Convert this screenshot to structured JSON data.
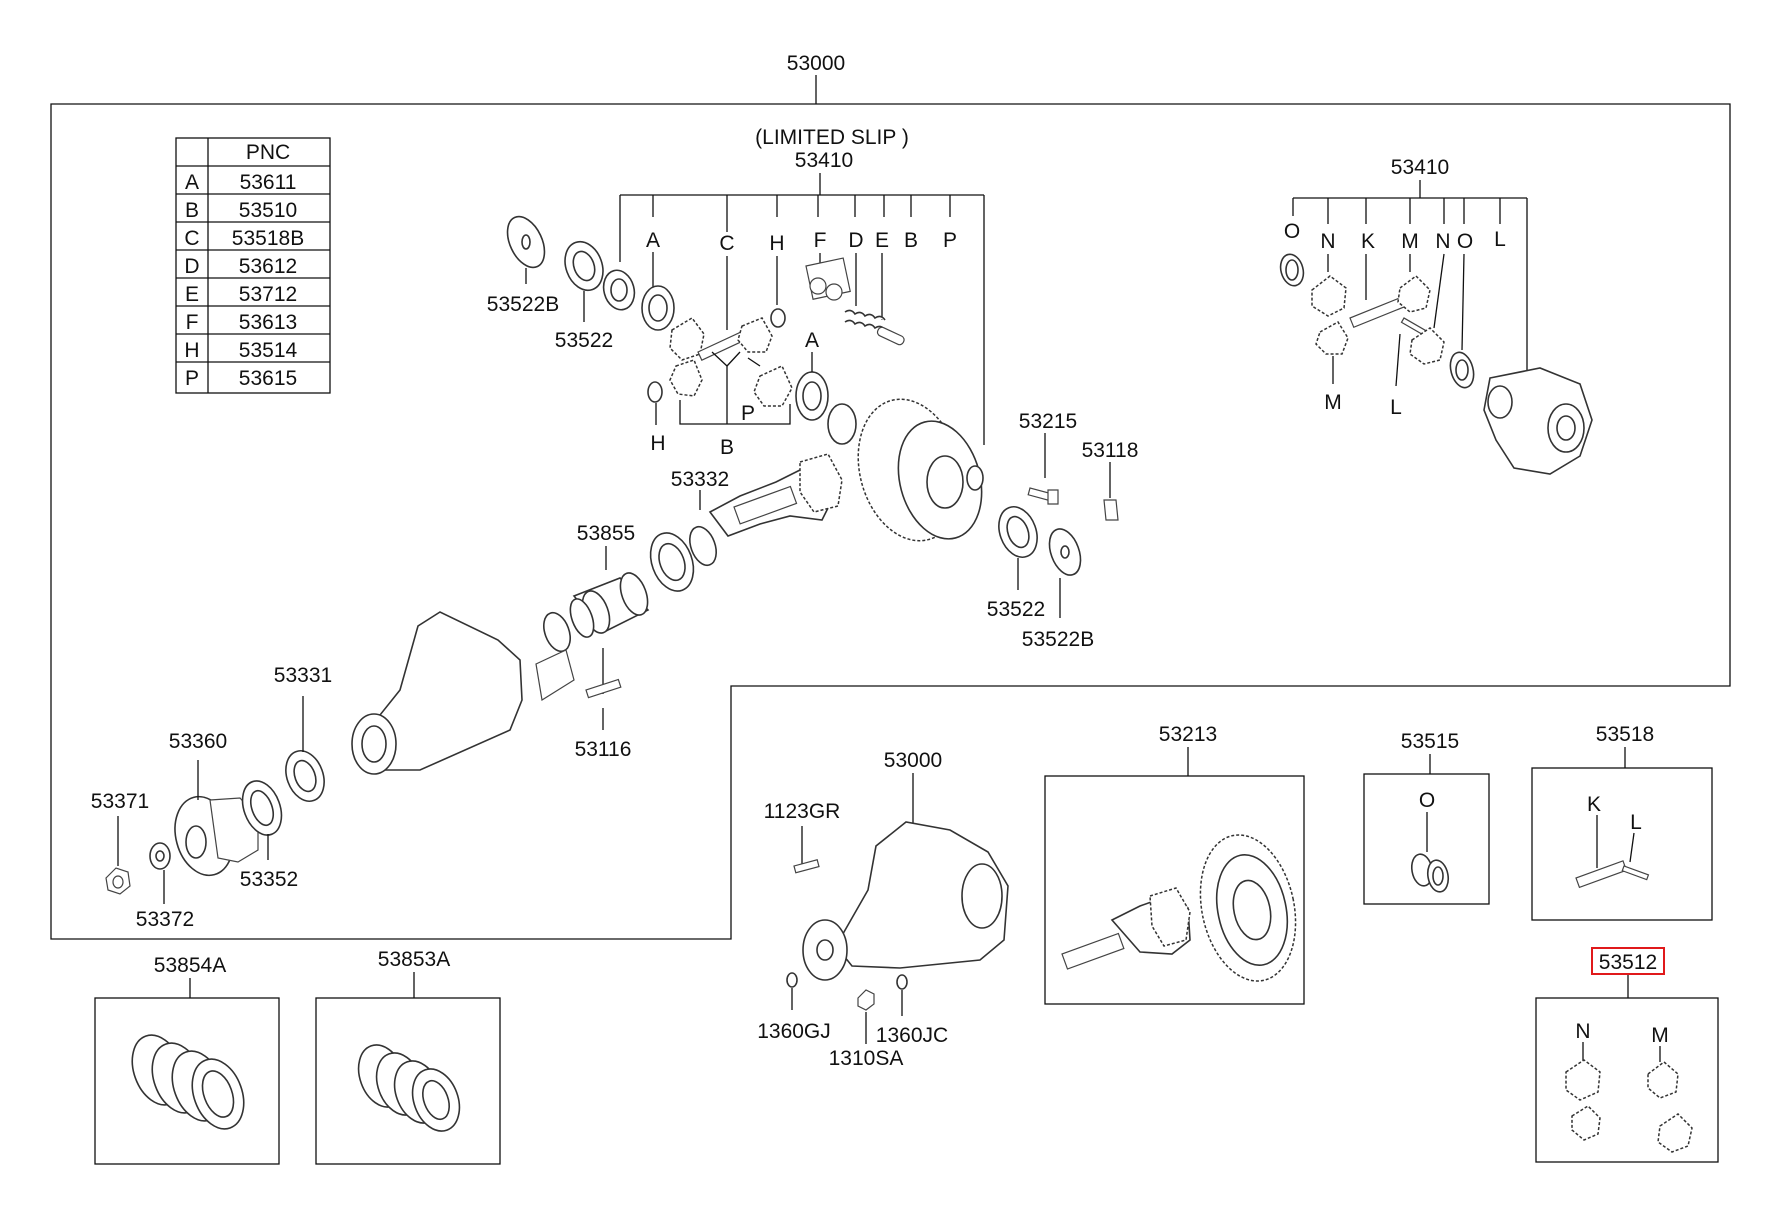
{
  "pnc_table": {
    "header": "PNC",
    "rows": [
      {
        "key": "A",
        "code": "53611"
      },
      {
        "key": "B",
        "code": "53510"
      },
      {
        "key": "C",
        "code": "53518B"
      },
      {
        "key": "D",
        "code": "53612"
      },
      {
        "key": "E",
        "code": "53712"
      },
      {
        "key": "F",
        "code": "53613"
      },
      {
        "key": "H",
        "code": "53514"
      },
      {
        "key": "P",
        "code": "53615"
      }
    ]
  },
  "labels": {
    "assy_top": "53000",
    "limited_slip": "(LIMITED SLIP )",
    "ls_case": "53410",
    "std_case": "53410",
    "ls_A": "A",
    "ls_C": "C",
    "ls_H": "H",
    "ls_F": "F",
    "ls_D": "D",
    "ls_E": "E",
    "ls_B": "B",
    "ls_P": "P",
    "ls_A2": "A",
    "ls_H2": "H",
    "ls_P2": "P",
    "ls_B2": "B",
    "std_O": "O",
    "std_N": "N",
    "std_K": "K",
    "std_M": "M",
    "std_N2": "N",
    "std_O2": "O",
    "std_L": "L",
    "std_M2": "M",
    "std_L2": "L",
    "p53522B_a": "53522B",
    "p53522_a": "53522",
    "p53215": "53215",
    "p53118": "53118",
    "p53332": "53332",
    "p53855": "53855",
    "p53522_b": "53522",
    "p53522B_b": "53522B",
    "p53331": "53331",
    "p53116": "53116",
    "p53360": "53360",
    "p53371": "53371",
    "p53352": "53352",
    "p53372": "53372",
    "p53000_b": "53000",
    "p1123GR": "1123GR",
    "p1360GJ": "1360GJ",
    "p1360JC": "1360JC",
    "p1310SA": "1310SA",
    "p53213": "53213",
    "p53515": "53515",
    "p53515_O": "O",
    "p53518": "53518",
    "p53518_K": "K",
    "p53518_L": "L",
    "p53512": "53512",
    "p53512_N": "N",
    "p53512_M": "M",
    "p53854A": "53854A",
    "p53853A": "53853A"
  },
  "highlight": {
    "part": "53512",
    "color": "#e0191b"
  }
}
